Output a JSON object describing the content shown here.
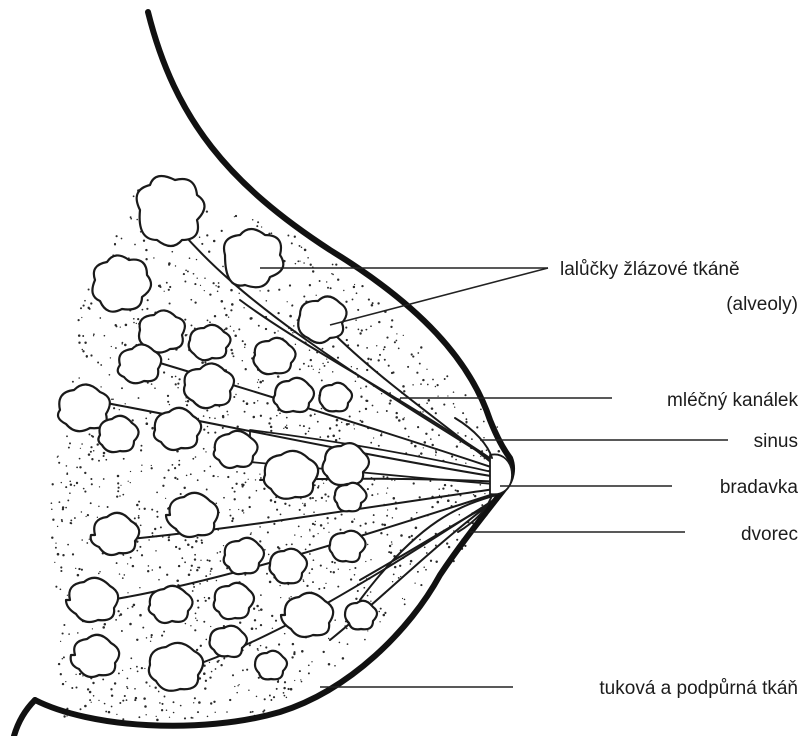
{
  "labels": {
    "alveoli_line1": "lalůčky žlázové tkáně",
    "alveoli_line2": "(alveoly)",
    "duct": "mléčný kanálek",
    "sinus": "sinus",
    "nipple": "bradavka",
    "areola": "dvorec",
    "fat": "tuková a podpůrná tkáň"
  }
}
